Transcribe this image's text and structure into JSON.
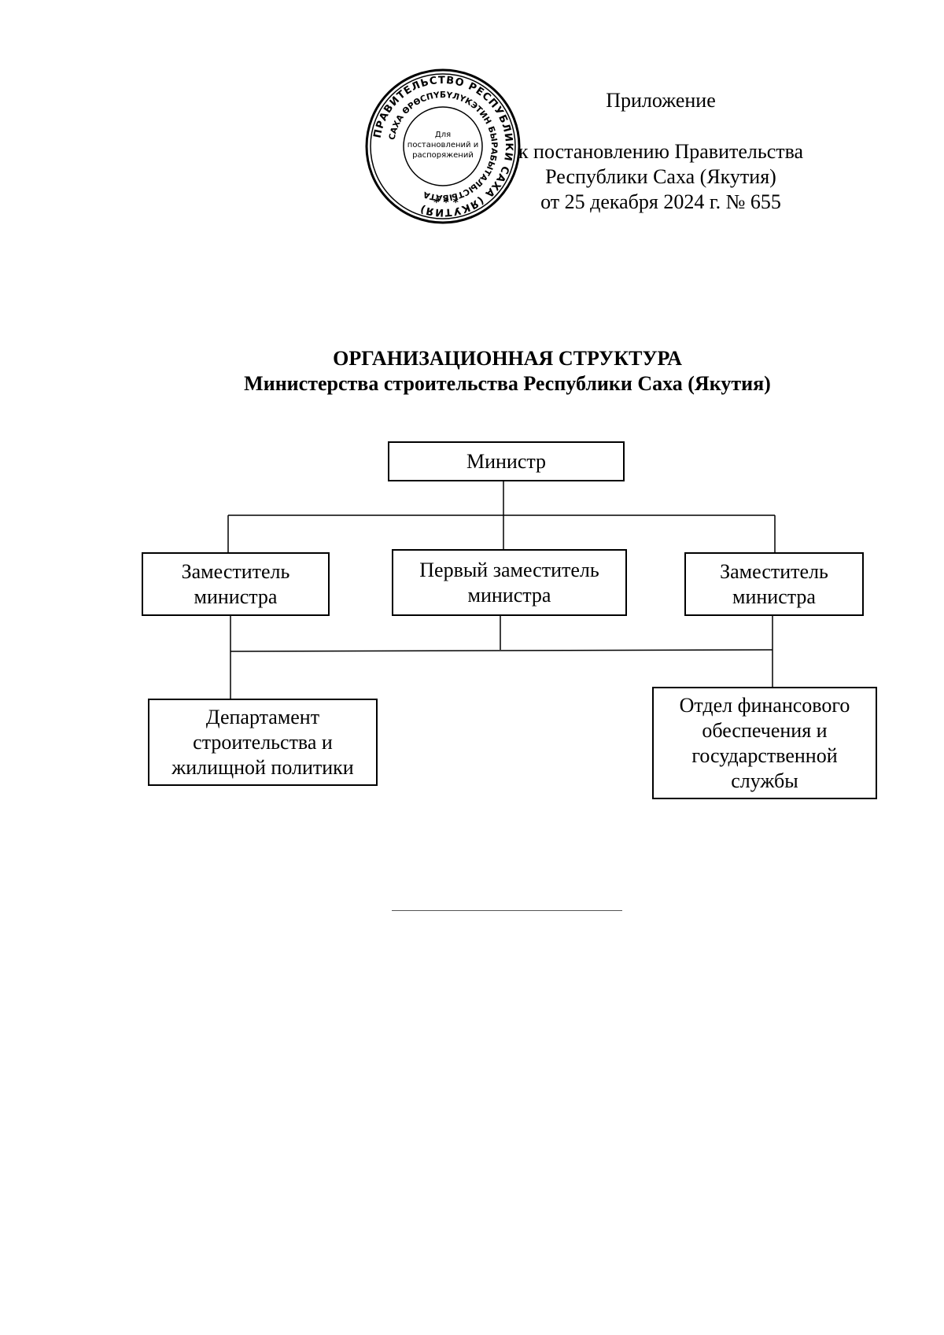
{
  "stamp": {
    "outer_text": "ПРАВИТЕЛЬСТВО РЕСПУБЛИКИ САХА (ЯКУТИЯ)",
    "inner_text": "САХА ӨРӨСПҮБҮЛҮКЭТИН БЫРАБЫТАЛЫСТЫБАТА",
    "center_lines": [
      "Для",
      "постановлений и",
      "распоряжений"
    ],
    "stars": "* * *"
  },
  "appendix": {
    "heading": "Приложение",
    "lines": [
      "к постановлению Правительства",
      "Республики Саха (Якутия)",
      "от 25 декабря 2024 г. № 655"
    ]
  },
  "title": {
    "line1": "ОРГАНИЗАЦИОННАЯ СТРУКТУРА",
    "line2": "Министерства строительства Республики Саха (Якутия)"
  },
  "org_chart": {
    "minister": "Министр",
    "deputy_left": [
      "Заместитель",
      "министра"
    ],
    "first_deputy": [
      "Первый заместитель",
      "министра"
    ],
    "deputy_right": [
      "Заместитель",
      "министра"
    ],
    "department": [
      "Департамент",
      "строительства и",
      "жилищной политики"
    ],
    "finance_office": [
      "Отдел финансового",
      "обеспечения и",
      "государственной",
      "службы"
    ]
  }
}
